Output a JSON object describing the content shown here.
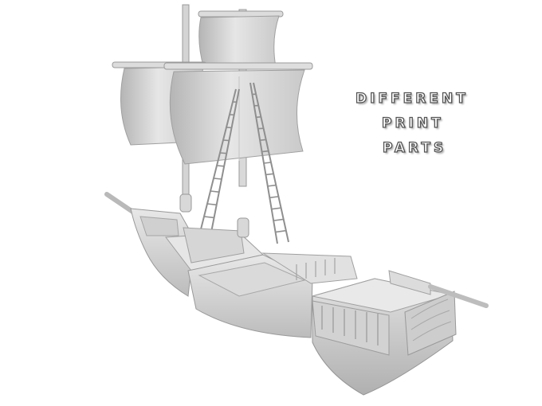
{
  "caption": {
    "lines": [
      "DIFFERENT",
      "PRINT",
      "PARTS"
    ]
  },
  "illustration": {
    "subject": "ship-model-icon",
    "colors": {
      "background": "#ffffff",
      "hull_light": "#e4e4e4",
      "hull_mid": "#cfcfcf",
      "hull_dark": "#a9a9a9",
      "sail_light": "#ececec",
      "sail_dark": "#b8b8b8",
      "caption_fill": "#ffffff",
      "caption_outline": "#555555"
    }
  }
}
